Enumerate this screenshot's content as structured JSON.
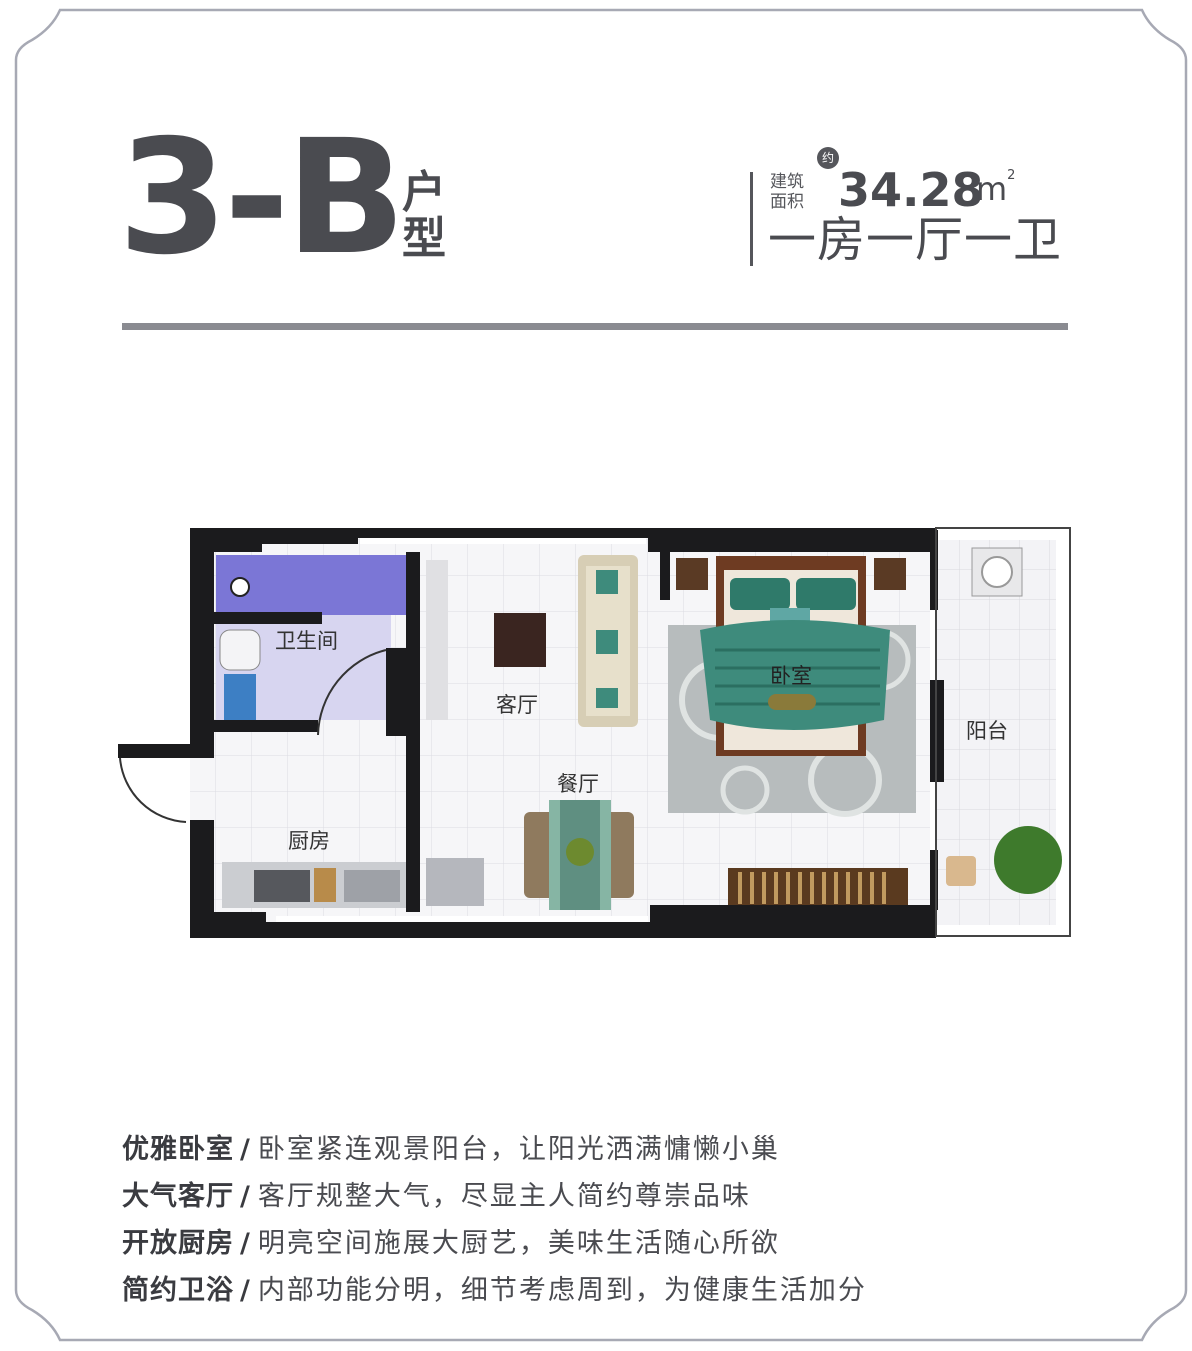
{
  "header": {
    "unit_code": "3-B",
    "unit_type_label": "户型",
    "area_label": "建筑面积",
    "approx_badge": "约",
    "area_value": "34.28",
    "area_unit": "m",
    "area_unit_sup": "2",
    "layout": "一房一厅一卫"
  },
  "rooms": {
    "bathroom": "卫生间",
    "living": "客厅",
    "bedroom": "卧室",
    "balcony": "阳台",
    "dining": "餐厅",
    "kitchen": "厨房"
  },
  "features": [
    {
      "title": "优雅卧室",
      "sep": "/",
      "text": "卧室紧连观景阳台，让阳光洒满慵懒小巢"
    },
    {
      "title": "大气客厅",
      "sep": "/",
      "text": "客厅规整大气，尽显主人简约尊崇品味"
    },
    {
      "title": "开放厨房",
      "sep": "/",
      "text": "明亮空间施展大厨艺，美味生活随心所欲"
    },
    {
      "title": "简约卫浴",
      "sep": "/",
      "text": "内部功能分明，细节考虑周到，为健康生活加分"
    }
  ],
  "colors": {
    "accent_dark": "#4a4b50",
    "rule": "#8a8b91",
    "wall": "#1b1b1d",
    "bath_blue": "#7b76d6",
    "teal": "#3e8b7c"
  }
}
